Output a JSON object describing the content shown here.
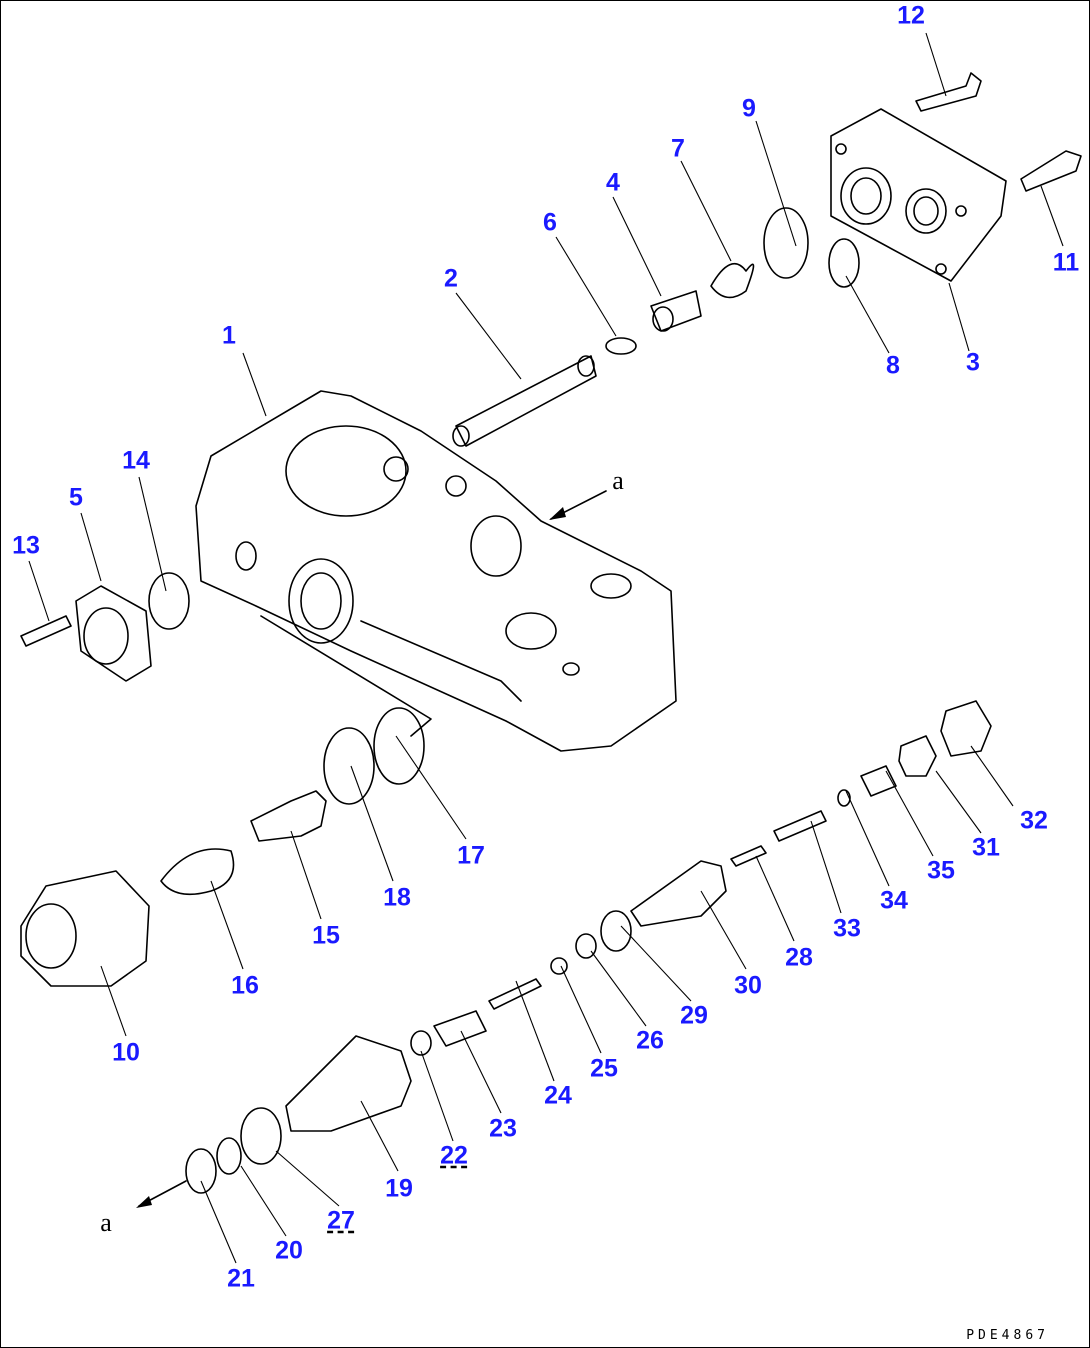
{
  "callouts": [
    {
      "id": "1",
      "label": "1"
    },
    {
      "id": "2",
      "label": "2"
    },
    {
      "id": "3",
      "label": "3"
    },
    {
      "id": "4",
      "label": "4"
    },
    {
      "id": "5",
      "label": "5"
    },
    {
      "id": "6",
      "label": "6"
    },
    {
      "id": "7",
      "label": "7"
    },
    {
      "id": "8",
      "label": "8"
    },
    {
      "id": "9",
      "label": "9"
    },
    {
      "id": "10",
      "label": "10"
    },
    {
      "id": "11",
      "label": "11"
    },
    {
      "id": "12",
      "label": "12"
    },
    {
      "id": "13",
      "label": "13"
    },
    {
      "id": "14",
      "label": "14"
    },
    {
      "id": "15",
      "label": "15"
    },
    {
      "id": "16",
      "label": "16"
    },
    {
      "id": "17",
      "label": "17"
    },
    {
      "id": "18",
      "label": "18"
    },
    {
      "id": "19",
      "label": "19"
    },
    {
      "id": "20",
      "label": "20"
    },
    {
      "id": "21",
      "label": "21"
    },
    {
      "id": "22",
      "label": "22"
    },
    {
      "id": "23",
      "label": "23"
    },
    {
      "id": "24",
      "label": "24"
    },
    {
      "id": "25",
      "label": "25"
    },
    {
      "id": "26",
      "label": "26"
    },
    {
      "id": "27",
      "label": "27"
    },
    {
      "id": "28",
      "label": "28"
    },
    {
      "id": "29",
      "label": "29"
    },
    {
      "id": "30",
      "label": "30"
    },
    {
      "id": "31",
      "label": "31"
    },
    {
      "id": "32",
      "label": "32"
    },
    {
      "id": "33",
      "label": "33"
    },
    {
      "id": "34",
      "label": "34"
    },
    {
      "id": "35",
      "label": "35"
    }
  ],
  "markers": {
    "a_top": "a",
    "a_bottom": "a"
  },
  "drawing_code": "PDE4867",
  "colors": {
    "callout": "#1a1aff",
    "line": "#000000"
  }
}
